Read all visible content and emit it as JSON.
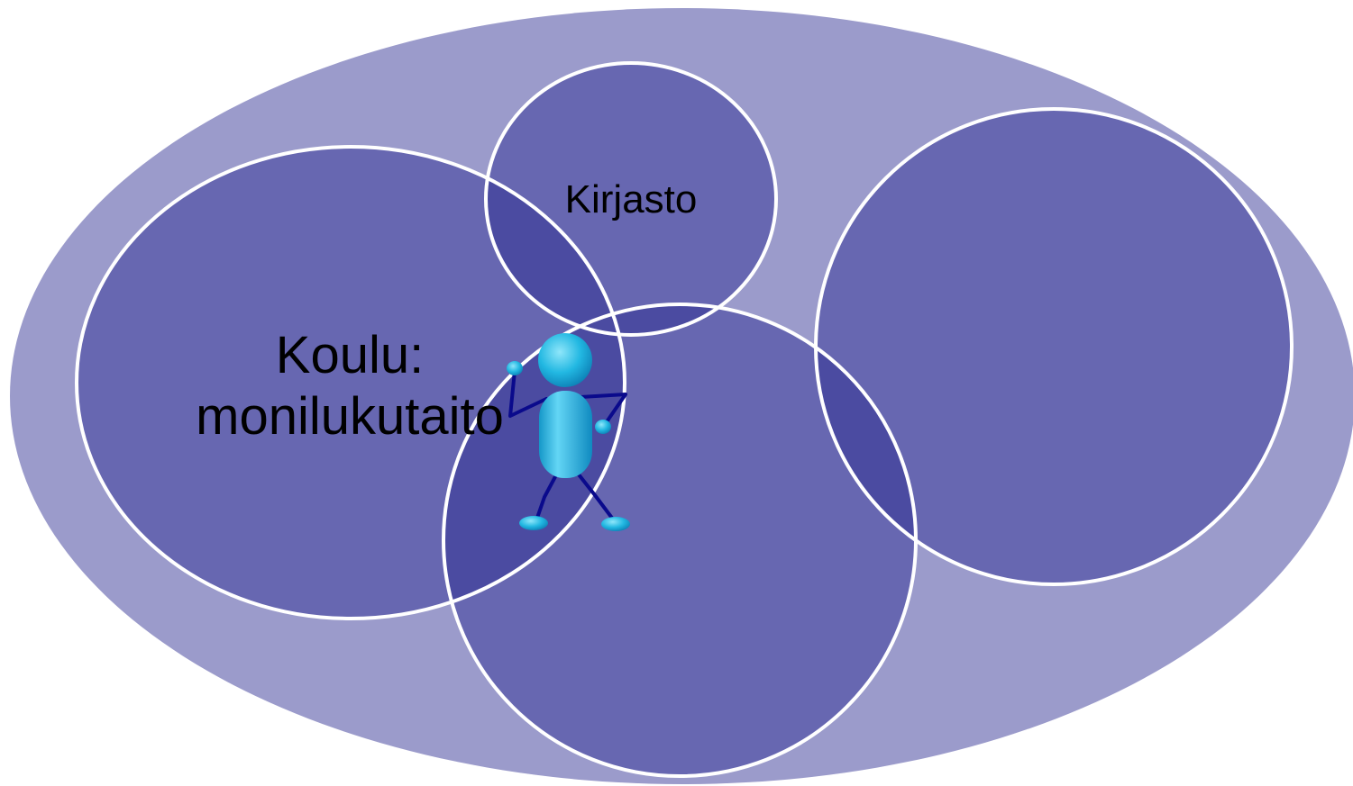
{
  "diagram": {
    "labels": {
      "library": "Kirjasto",
      "school_line1": "Koulu:",
      "school_line2": "monilukutaito"
    },
    "colors": {
      "outer_ellipse": "#9B9BCB",
      "circle_fill": "#6767B1",
      "overlap_fill": "#4B4BA1",
      "circle_stroke": "#FFFFFF",
      "figure_body": "#1FB6E0",
      "figure_limbs": "#0A0A8C"
    },
    "icons": [
      "stick-figure-icon"
    ]
  }
}
